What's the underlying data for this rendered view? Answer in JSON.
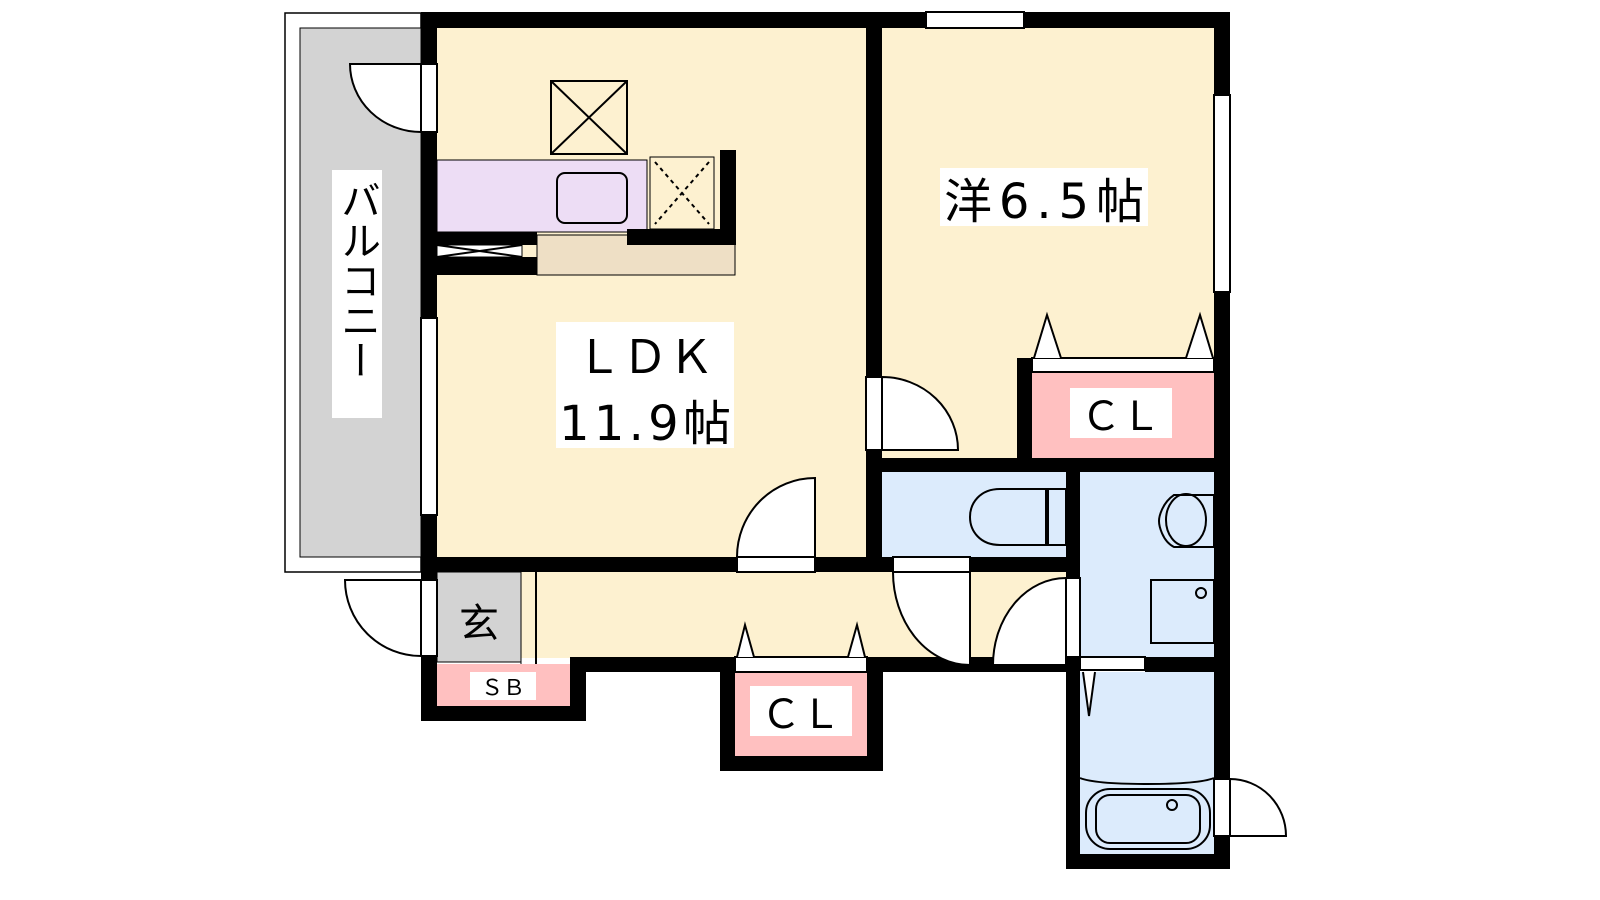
{
  "rooms": {
    "balcony": {
      "label": "バルコニー"
    },
    "ldk": {
      "label": "ＬＤＫ",
      "size": "11.9帖"
    },
    "western_room": {
      "label": "洋6.5帖"
    },
    "closet_bedroom": {
      "label": "ＣＬ"
    },
    "closet_hall": {
      "label": "ＣＬ"
    },
    "entrance": {
      "label": "玄"
    },
    "shoe_box": {
      "label": "ＳＢ"
    }
  },
  "colors": {
    "floor": "#FDF1D0",
    "balcony": "#D3D3D3",
    "kitchen_counter": "#EDDDF5",
    "counter": "#EEDFC5",
    "closet": "#FFC0C0",
    "wet_area": "#DCEBFC"
  }
}
